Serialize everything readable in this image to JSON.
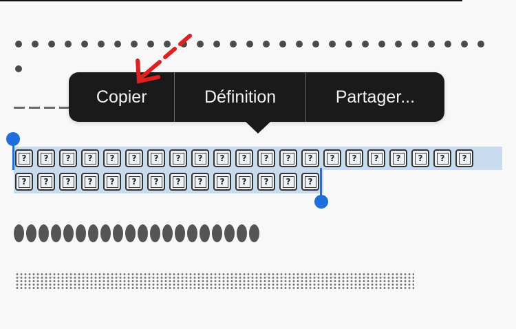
{
  "context_menu": {
    "items": [
      {
        "label": "Copier"
      },
      {
        "label": "Définition"
      },
      {
        "label": "Partager..."
      }
    ]
  },
  "selection": {
    "glyph": "?",
    "line1_count": 21,
    "line2_count": 14
  },
  "decor": {
    "big_dots_count": 30,
    "dash_count": 4,
    "blob_count": 20
  },
  "colors": {
    "menu_bg": "#1a1a1a",
    "selection_bg": "#c9dcef",
    "handle": "#1d6fe0",
    "annotation_arrow": "#e02020"
  },
  "icons": {
    "annotation": "red-arrow-icon"
  }
}
